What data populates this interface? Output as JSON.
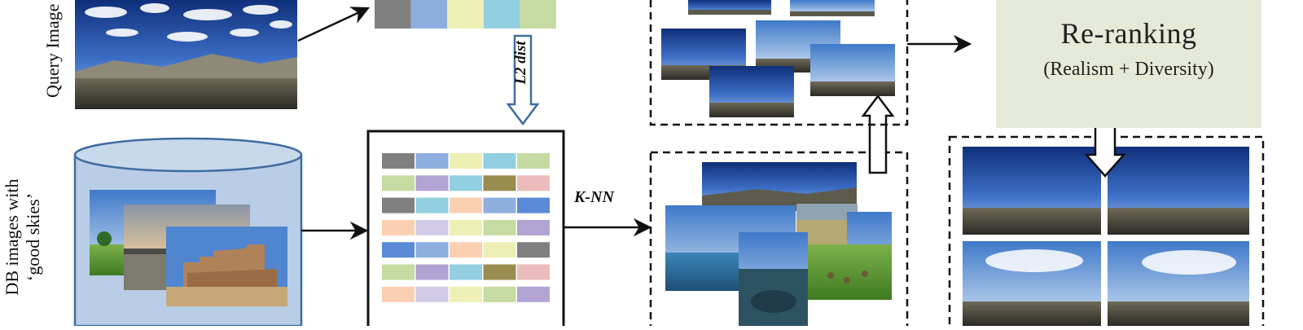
{
  "labels": {
    "query_image": "Query Image",
    "db_images_line1": "DB images with",
    "db_images_line2": "‘good skies’",
    "l2_dist": "L2 dist",
    "knn": "K-NN",
    "reranking_title": "Re-ranking",
    "reranking_subtitle": "(Realism + Diversity)"
  },
  "colors": {
    "palette": {
      "gray": "#808080",
      "blue": "#8eaee0",
      "cream": "#eeefb4",
      "cyan": "#92cfe0",
      "green": "#c6dba2",
      "lavender": "#b3a3d2",
      "olive": "#998c4e",
      "pink": "#ecbcbc",
      "peach": "#fbcfb2",
      "lilac": "#d1cbe8",
      "royal": "#5a8ad6"
    },
    "query_descriptor": [
      "gray",
      "blue",
      "cream",
      "cyan",
      "green"
    ],
    "db_descriptors": [
      [
        "gray",
        "blue",
        "cream",
        "cyan",
        "green"
      ],
      [
        "green",
        "lavender",
        "cyan",
        "olive",
        "pink"
      ],
      [
        "gray",
        "cyan",
        "peach",
        "blue",
        "royal"
      ],
      [
        "peach",
        "lilac",
        "cream",
        "green",
        "lavender"
      ],
      [
        "royal",
        "blue",
        "peach",
        "cream",
        "gray"
      ],
      [
        "green",
        "lavender",
        "cyan",
        "olive",
        "pink"
      ],
      [
        "peach",
        "lilac",
        "cream",
        "green",
        "lavender"
      ]
    ],
    "rerank_box": "#e6ead8",
    "db_cylinder": "#b9cde6",
    "arrow_outline": "#3f6da0"
  },
  "icons": [
    "database-cylinder-icon",
    "arrow-right-icon",
    "hollow-arrow-down-icon",
    "hollow-arrow-up-icon"
  ]
}
